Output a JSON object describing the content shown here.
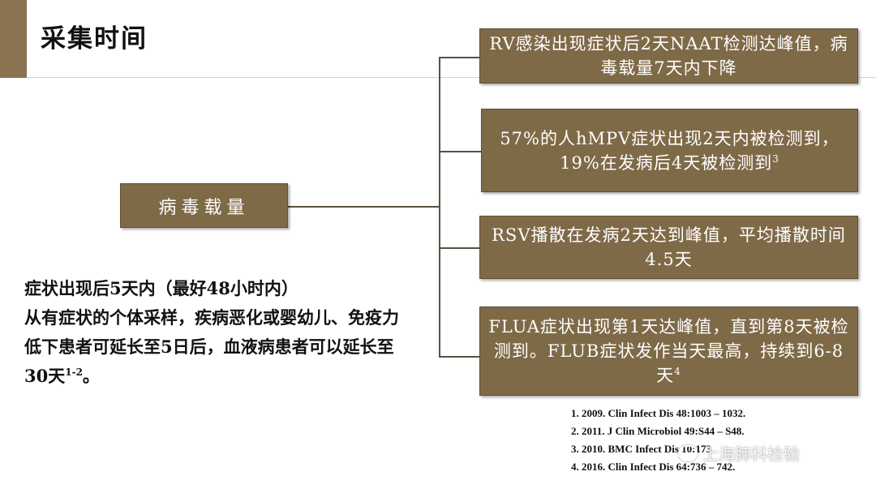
{
  "slide": {
    "title": "采集时间",
    "central": "病毒载量",
    "boxes": [
      {
        "text": "RV感染出现症状后2天NAAT检测达峰值，病毒载量7天内下降",
        "sup": ""
      },
      {
        "text": "57%的人hMPV症状出现2天内被检测到，19%在发病后4天被检测到",
        "sup": "3"
      },
      {
        "text": "RSV播散在发病2天达到峰值，平均播散时间4.5天",
        "sup": ""
      },
      {
        "text": "FLUA症状出现第1天达峰值，直到第8天被检测到。FLUB症状发作当天最高，持续到6-8天",
        "sup": "4"
      }
    ],
    "description": {
      "line1": "症状出现后5天内（最好48小时内）",
      "line2": "从有症状的个体采样，疾病恶化或婴幼儿、免疫力低下患者可延长至5日后，血液病患者可以延长至30天",
      "sup": "1-2",
      "end": "。"
    },
    "references": [
      "1. 2009. Clin Infect Dis 48:1003 – 1032.",
      "2. 2011. J Clin Microbiol 49:S44 – S48.",
      "3. 2010. BMC Infect Dis 10:173",
      "4. 2016. Clin Infect Dis 64:736 – 742."
    ],
    "watermark": "上海肺科检验"
  }
}
